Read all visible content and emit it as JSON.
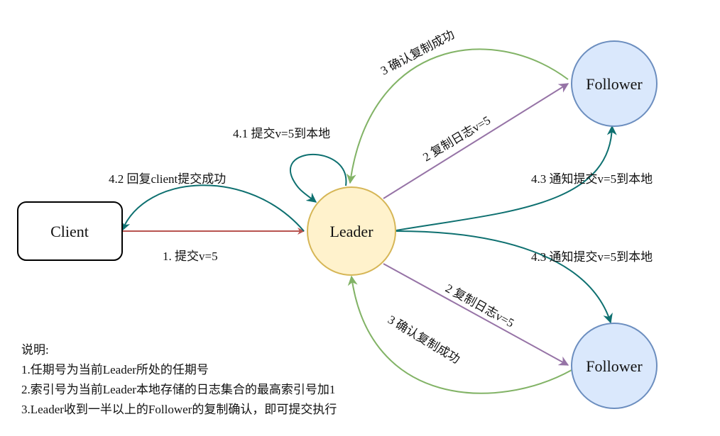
{
  "nodes": {
    "client": "Client",
    "leader": "Leader",
    "follower_top": "Follower",
    "follower_bottom": "Follower"
  },
  "edges": {
    "submit": "1. 提交v=5",
    "replicate_top": "2 复制日志v=5",
    "replicate_bottom": "2 复制日志v=5",
    "ack_top": "3 确认复制成功",
    "ack_bottom": "3 确认复制成功",
    "commit_local": "4.1 提交v=5到本地",
    "reply_client": "4.2 回复client提交成功",
    "notify_top": "4.3 通知提交v=5到本地",
    "notify_bottom": "4.3 通知提交v=5到本地"
  },
  "notes": {
    "title": "说明:",
    "items": [
      "1.任期号为当前Leader所处的任期号",
      "2.索引号为当前Leader本地存储的日志集合的最高索引号加1",
      "3.Leader收到一半以上的Follower的复制确认，即可提交执行"
    ]
  },
  "colors": {
    "client_fill": "#ffffff",
    "client_stroke": "#000000",
    "leader_fill": "#fff2cc",
    "leader_stroke": "#d6b656",
    "follower_fill": "#dae8fc",
    "follower_stroke": "#6c8ebf",
    "submit_edge": "#b85450",
    "replicate_edge": "#9673a6",
    "ack_edge": "#82b366",
    "commit_edge": "#0e7070"
  }
}
